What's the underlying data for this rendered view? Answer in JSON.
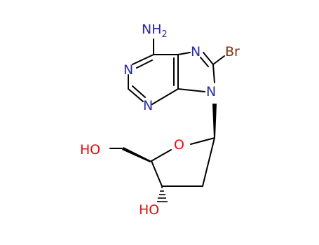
{
  "molecule": {
    "atoms": {
      "amine": {
        "label": "NH",
        "subscript": "2"
      },
      "n1": {
        "label": "N"
      },
      "n3": {
        "label": "N"
      },
      "n7": {
        "label": "N"
      },
      "n9": {
        "label": "N"
      },
      "bromine": {
        "label": "Br"
      },
      "ring_oxygen": {
        "label": "O"
      },
      "hydroxyl_primary": {
        "label": "HO"
      },
      "hydroxyl_ring": {
        "label": "HO"
      }
    },
    "colors": {
      "nitrogen": "#2a2aa8",
      "oxygen": "#e01010",
      "bromine": "#7a3410",
      "bond": "#000000"
    }
  }
}
